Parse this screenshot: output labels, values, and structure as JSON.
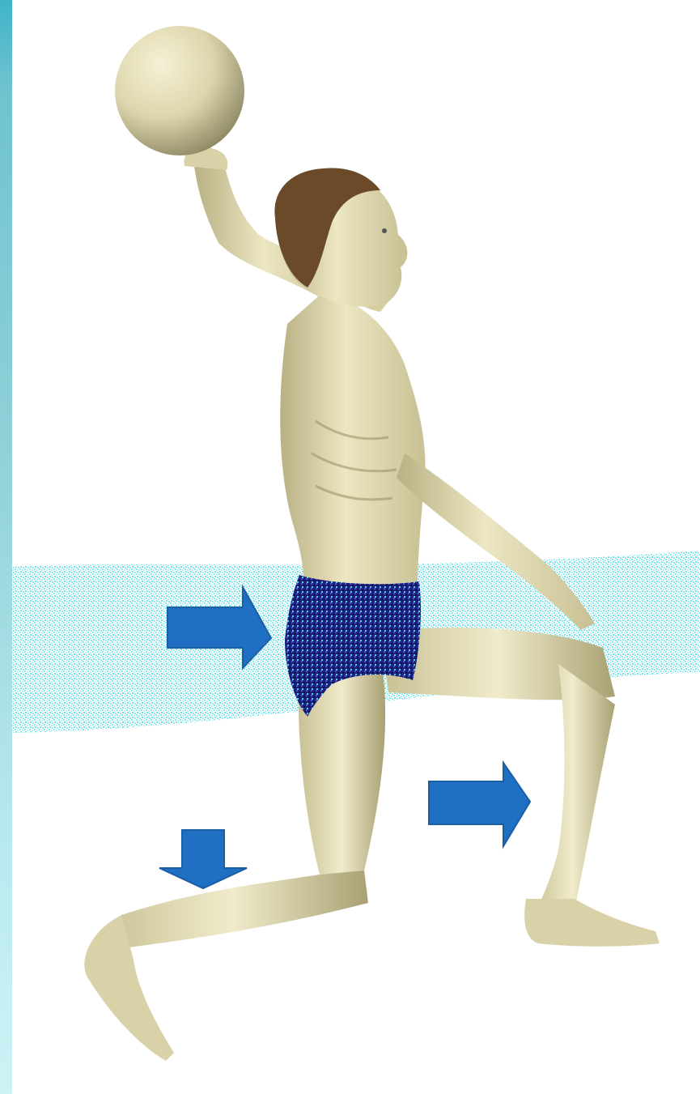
{
  "image": {
    "subject": "3d-figure-kneeling-holding-ball",
    "colors": {
      "background": "#ffffff",
      "skin": "#e7e1ba",
      "skin_shadow": "#b9b183",
      "hair": "#6b4a2a",
      "swimsuit": "#1d1d7a",
      "water": "#7ee6ee",
      "arrow": "#1f6fc2",
      "arrow_edge": "#1a5ea5"
    },
    "arrows": [
      {
        "name": "hip-arrow",
        "direction": "right"
      },
      {
        "name": "knee-arrow",
        "direction": "right"
      },
      {
        "name": "back-foot-arrow",
        "direction": "down"
      }
    ]
  }
}
